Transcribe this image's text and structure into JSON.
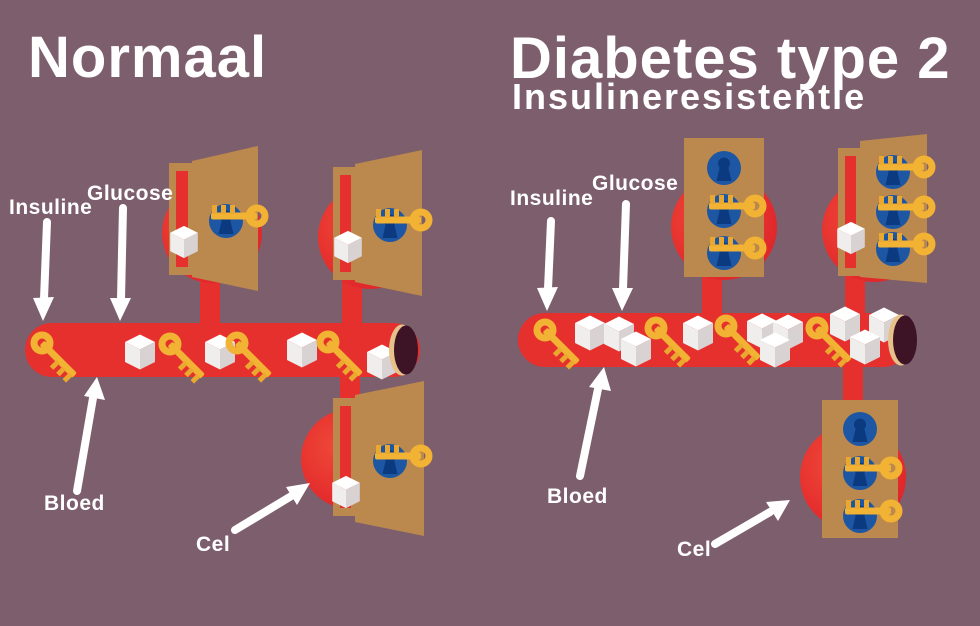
{
  "figure": {
    "description": "Educational diagram comparing normal insulin function with type 2 diabetes insulin resistance, using keys (insulin), sugar cubes (glucose), blood vessel (bloed) and cells (cel) with lock-and-door metaphor",
    "language": "Dutch"
  },
  "colors": {
    "background": "#7d5e6d",
    "blood_red": "#e5302e",
    "door_brown": "#bb884e",
    "lock_blue": "#1d57a4",
    "keyhole_navy": "#0c3a80",
    "key_gold": "#f2b233",
    "cube_white": "#ffffff",
    "cube_side": "#d8d2d3",
    "vessel_opening_dark": "#3c1426",
    "vessel_rim_tan": "#e8c08a",
    "text": "#ffffff"
  },
  "left_panel": {
    "title": "Normaal",
    "labels": {
      "insulin": "Insuline",
      "glucose": "Glucose",
      "blood": "Bloed",
      "cell": "Cel"
    },
    "vessel_contents": [
      "key",
      "cube",
      "key",
      "cube",
      "key",
      "cube",
      "key",
      "cube"
    ],
    "cells": [
      {
        "door": "open",
        "locks": 1,
        "keys_in_locks": 1,
        "glucose_entering": true
      },
      {
        "door": "open",
        "locks": 1,
        "keys_in_locks": 1,
        "glucose_entering": true
      },
      {
        "door": "open",
        "locks": 1,
        "keys_in_locks": 1,
        "glucose_entering": true
      }
    ]
  },
  "right_panel": {
    "title": "Diabetes type 2",
    "subtitle": "Insulineresistentie",
    "labels": {
      "insulin": "Insuline",
      "glucose": "Glucose",
      "blood": "Bloed",
      "cell": "Cel"
    },
    "vessel_contents": [
      "key",
      "cube",
      "cube",
      "cube",
      "key",
      "cube",
      "key",
      "cube",
      "cube",
      "cube",
      "key",
      "cube",
      "cube",
      "cube"
    ],
    "cells": [
      {
        "door": "closed",
        "locks": 3,
        "keys_in_locks": 2,
        "glucose_entering": false
      },
      {
        "door": "ajar",
        "locks": 3,
        "keys_in_locks": 3,
        "glucose_entering": true
      },
      {
        "door": "closed",
        "locks": 3,
        "keys_in_locks": 2,
        "glucose_entering": false
      }
    ]
  }
}
